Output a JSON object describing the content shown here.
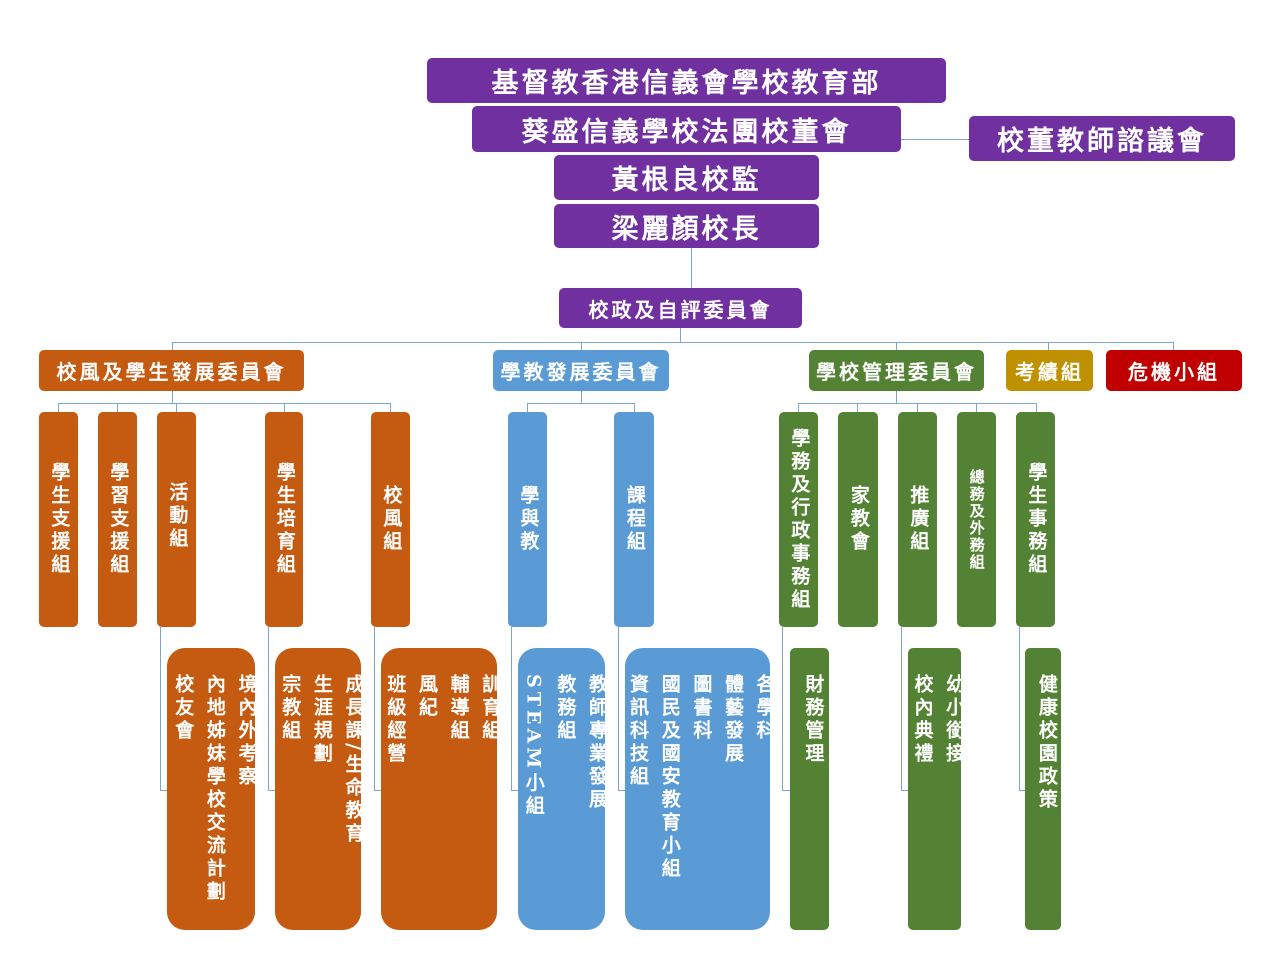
{
  "top": {
    "sponsor": "基督教香港信義會學校教育部",
    "imc": "葵盛信義學校法團校董會",
    "teacher_council": "校董教師諮議會",
    "supervisor": "黃根良校監",
    "principal": "梁麗顏校長",
    "admin_committee": "校政及自評委員會"
  },
  "committees": {
    "student": "校風及學生發展委員會",
    "teaching": "學教發展委員會",
    "management": "學校管理委員會",
    "appraisal": "考績組",
    "crisis": "危機小組"
  },
  "student_groups": [
    "學生支援組",
    "學習支援組",
    "活動組",
    "學生培育組",
    "校風組"
  ],
  "teaching_groups": [
    "學與教",
    "課程組"
  ],
  "management_groups": [
    "學務及行政事務組",
    "家教會",
    "推廣組",
    "總務及外務組",
    "學生事務組"
  ],
  "sub": {
    "activity": [
      "境內外考察",
      "內地姊妹學校交流計劃",
      "校友會"
    ],
    "nurture": [
      "成長課/生命教育",
      "生涯規劃",
      "宗教組"
    ],
    "discipline": [
      "訓育組",
      "輔導組",
      "風紀",
      "班級經營"
    ],
    "learning": [
      "教師專業發展",
      "教務組",
      "STEAM小組"
    ],
    "curriculum": [
      "各學科",
      "體藝發展",
      "圖書科",
      "國民及國安教育小組",
      "資訊科技組"
    ],
    "academic": [
      "財務管理"
    ],
    "promotion": [
      "幼小銜接",
      "校內典禮"
    ],
    "affairs": [
      "健康校園政策"
    ]
  },
  "colors": {
    "purple": "#7030a0",
    "orange": "#c55a11",
    "blue": "#5b9bd5",
    "green": "#548235",
    "gold": "#bf9000",
    "red": "#c00000",
    "line": "#7fa6c8"
  }
}
